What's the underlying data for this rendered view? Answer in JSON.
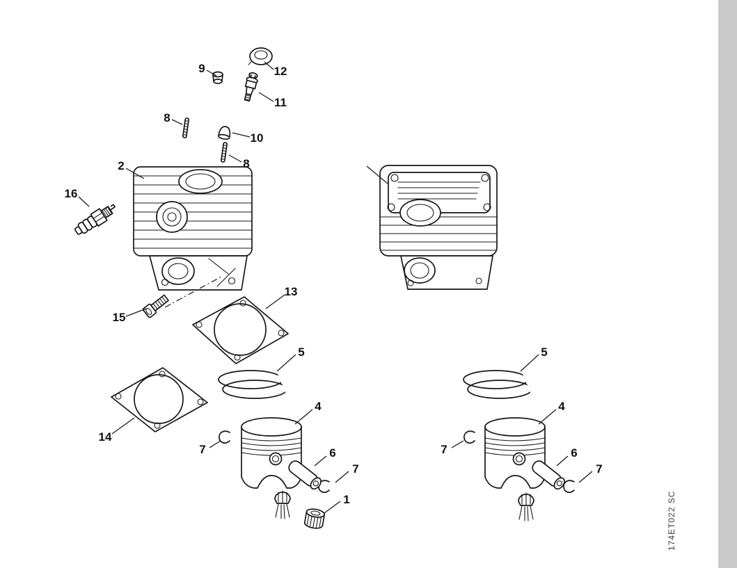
{
  "page": {
    "background": "#ffffff",
    "side_strip_color": "#cacaca",
    "ink_color": "#161616"
  },
  "diagram": {
    "watermark": "174ET022 SC",
    "callouts": [
      {
        "label": "9"
      },
      {
        "label": "12"
      },
      {
        "label": "11"
      },
      {
        "label": "8"
      },
      {
        "label": "10"
      },
      {
        "label": "8"
      },
      {
        "label": "2"
      },
      {
        "label": "16"
      },
      {
        "label": "15"
      },
      {
        "label": "13"
      },
      {
        "label": "5"
      },
      {
        "label": "4"
      },
      {
        "label": "7"
      },
      {
        "label": "6"
      },
      {
        "label": "7"
      },
      {
        "label": "14"
      },
      {
        "label": "1"
      },
      {
        "label": "5"
      },
      {
        "label": "4"
      },
      {
        "label": "7"
      },
      {
        "label": "6"
      },
      {
        "label": "7"
      }
    ]
  }
}
